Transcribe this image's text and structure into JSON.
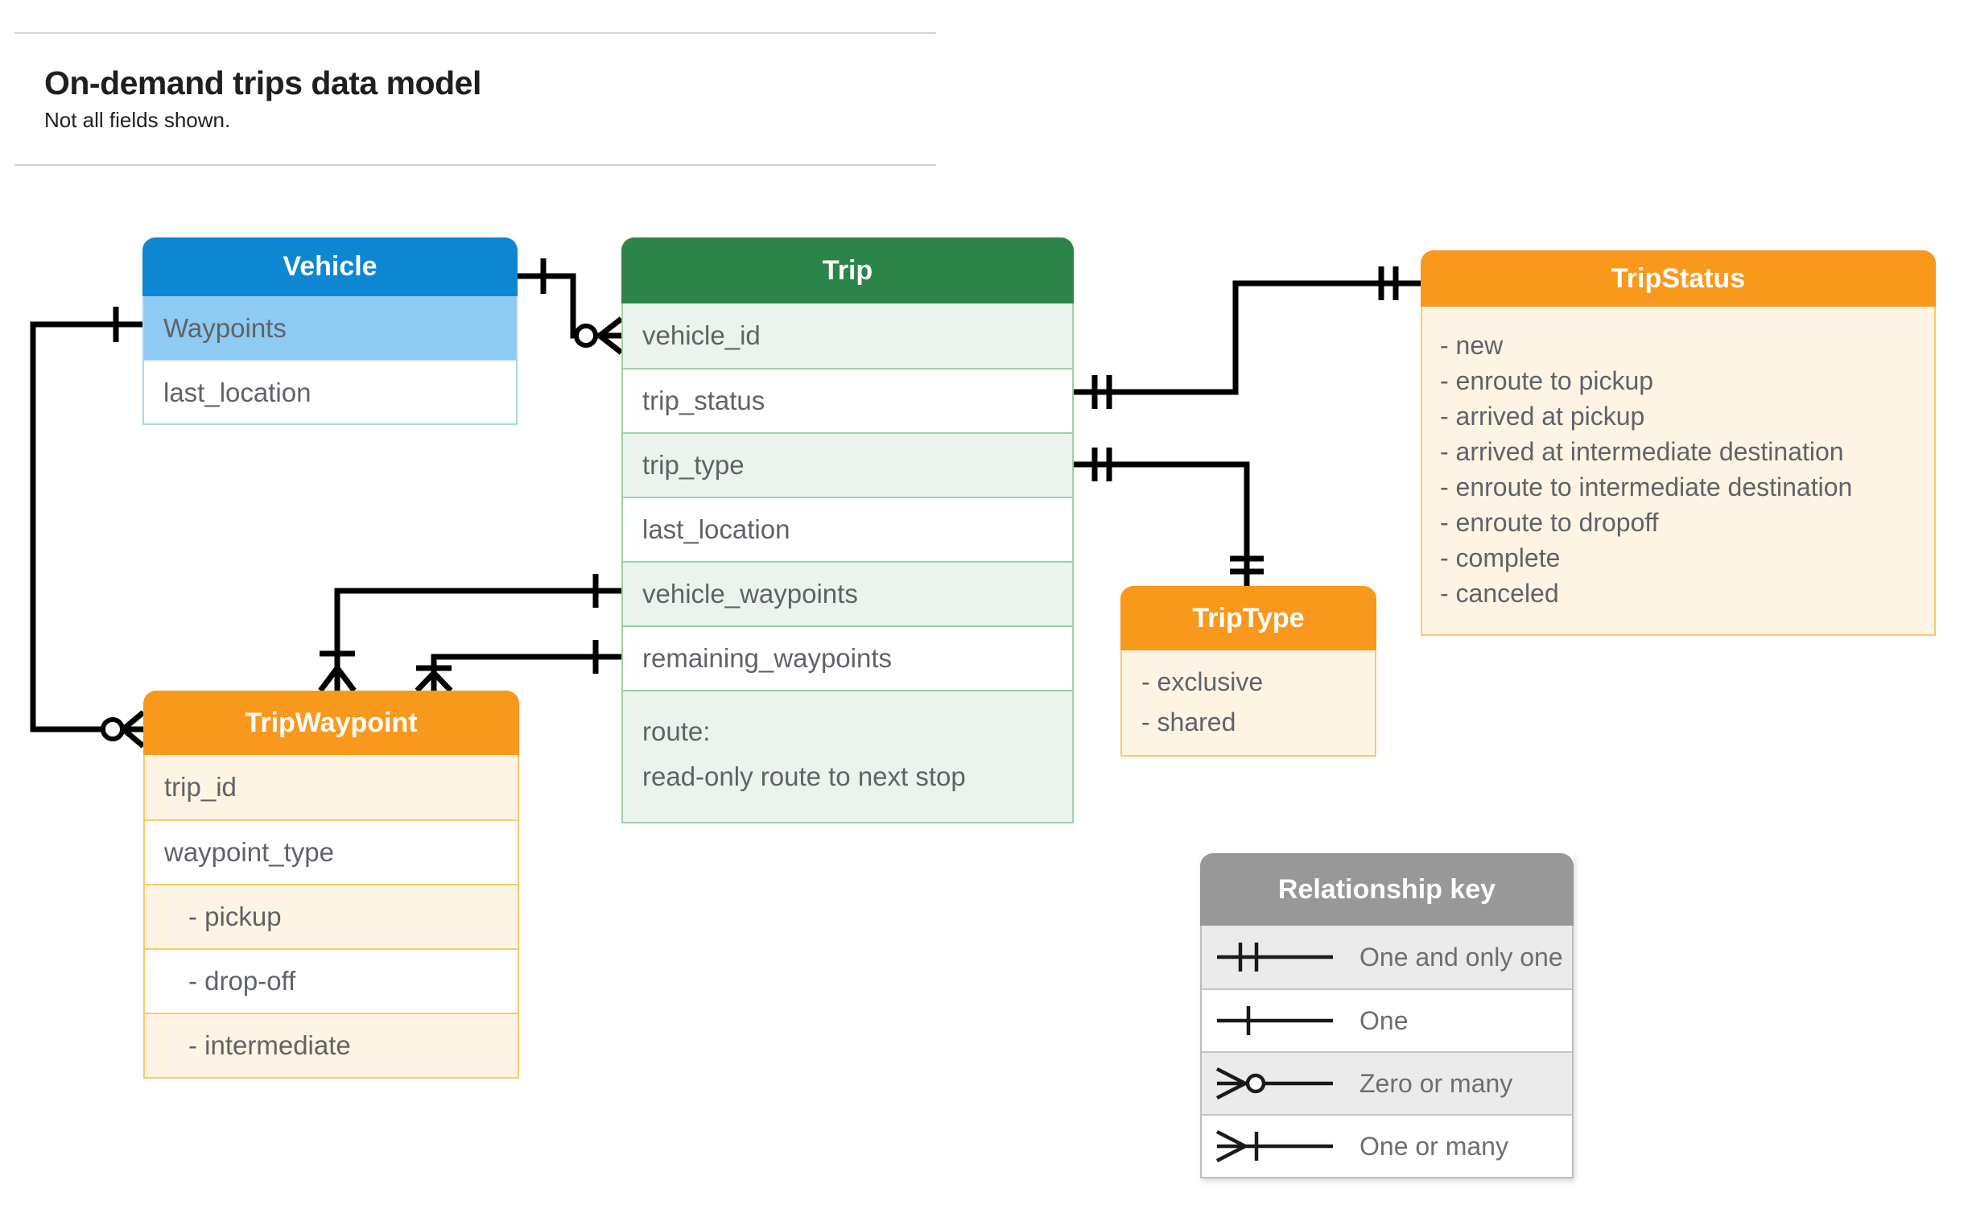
{
  "header": {
    "title": "On-demand trips data model",
    "subtitle": "Not all fields shown."
  },
  "entities": {
    "vehicle": {
      "title": "Vehicle",
      "fields": [
        "Waypoints",
        "last_location"
      ]
    },
    "trip": {
      "title": "Trip",
      "fields": [
        "vehicle_id",
        "trip_status",
        "trip_type",
        "last_location",
        "vehicle_waypoints",
        "remaining_waypoints"
      ],
      "route": {
        "line1": "route:",
        "line2": "read-only route to next stop"
      }
    },
    "trip_status": {
      "title": "TripStatus",
      "values": [
        "- new",
        "- enroute to pickup",
        "- arrived at pickup",
        "- arrived at intermediate destination",
        "- enroute to intermediate destination",
        "- enroute to dropoff",
        "- complete",
        "- canceled"
      ]
    },
    "trip_type": {
      "title": "TripType",
      "values": [
        "- exclusive",
        "- shared"
      ]
    },
    "trip_waypoint": {
      "title": "TripWaypoint",
      "fields": [
        "trip_id",
        "waypoint_type",
        "- pickup",
        "- drop-off",
        "- intermediate"
      ]
    }
  },
  "legend": {
    "title": "Relationship key",
    "rows": [
      {
        "symbol": "one-and-only-one",
        "label": "One and only one"
      },
      {
        "symbol": "one",
        "label": "One"
      },
      {
        "symbol": "zero-or-many",
        "label": "Zero or many"
      },
      {
        "symbol": "one-or-many",
        "label": "One or many"
      }
    ]
  },
  "colors": {
    "blue_header": "#0e87d3",
    "blue_row": "#8ecaf2",
    "blue_border": "#a9d4f5",
    "green_header": "#2b8548",
    "green_row": "#eaf3ec",
    "green_border": "#9fcfaa",
    "orange_header": "#f8991d",
    "orange_row": "#fdf4e3",
    "orange_border": "#fbc968",
    "gray_header": "#989898",
    "gray_row": "#ebebeb",
    "gray_border": "#bdbdbd",
    "row_text": "#5f6368",
    "legend_text": "#6e6e6e",
    "title_text": "#1f1f1f",
    "divider": "#d3d3d3",
    "connector": "#000000"
  }
}
